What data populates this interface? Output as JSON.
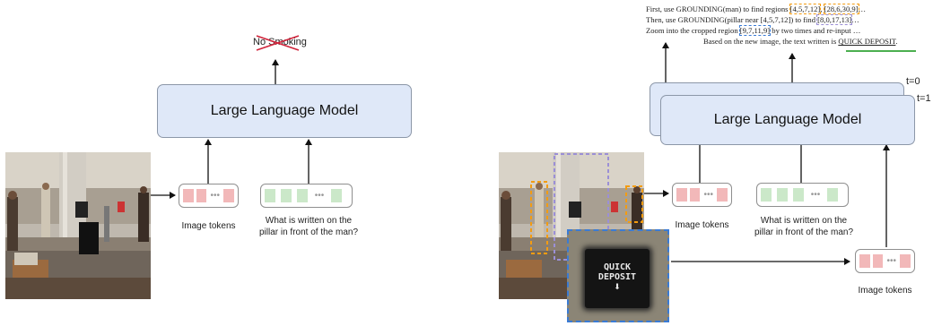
{
  "colors": {
    "llm_fill": "#dfe8f8",
    "token_red": "#f2b8b9",
    "token_green": "#cbe8c9",
    "cross": "#d0233a",
    "orange_box": "#f39c12",
    "blue_box": "#3a7bd5",
    "purple_box": "#9b8fd6",
    "answer_underline": "#4caf50"
  },
  "left_panel": {
    "output_text": "No Smoking",
    "llm_label": "Large Language Model",
    "image_tokens_caption": "Image tokens",
    "question_caption_line1": "What is written on the",
    "question_caption_line2": "pillar in front of the man?"
  },
  "right_panel": {
    "llm_label": "Large Language Model",
    "t0_label": "t=0",
    "t1_label": "t=1",
    "image_tokens_caption_top": "Image tokens",
    "question_caption_line1": "What is written on the",
    "question_caption_line2": "pillar in front of the man?",
    "image_tokens_caption_bottom": "Image tokens",
    "crop_sign_line1": "QUICK",
    "crop_sign_line2": "DEPOSIT",
    "reasoning": {
      "line1_prefix": "First, use GROUNDING(man) to find regions ",
      "line1_box1": "[4,5,7,12]",
      "line1_sep": ", ",
      "line1_box2": "[28,6,30,9]",
      "line1_suffix": "…",
      "line2_prefix": "Then, use GROUNDING(pillar near [4,5,7,12]) to find ",
      "line2_box": "[8,0,17,13]",
      "line2_suffix": "…",
      "line3_prefix": "Zoom into the cropped region ",
      "line3_box": "[9,7,11,9]",
      "line3_suffix": " by two times and re-input …",
      "line4_prefix": "Based on the new image, the text written is ",
      "line4_answer": "QUICK DEPOSIT",
      "line4_suffix": "."
    }
  }
}
